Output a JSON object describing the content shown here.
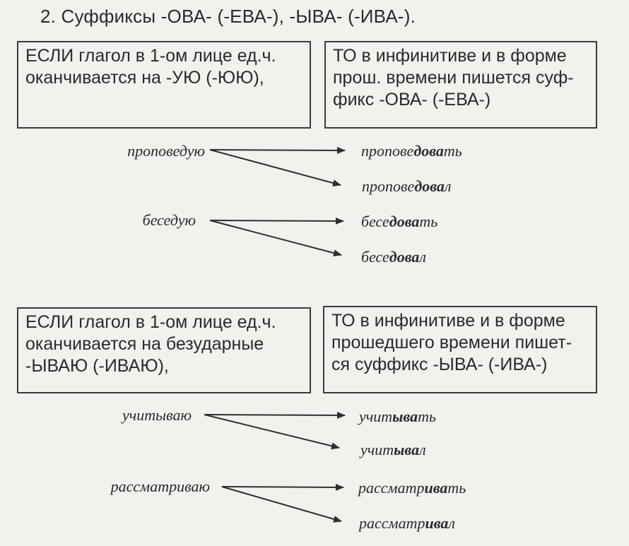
{
  "title": "2. Суффиксы -ОВА- (-ЕВА-), -ЫВА- (-ИВА-).",
  "rule1": {
    "if_text": "ЕСЛИ глагол в 1-ом лице ед.ч.\nоканчивается на -УЮ (-ЮЮ),",
    "then_text": "ТО в инфинитиве и в форме\nпрош. времени пишется суф-\nфикс -ОВА- (-ЕВА-)"
  },
  "rule2": {
    "if_text": "ЕСЛИ глагол в 1-ом лице ед.ч.\nоканчивается на безударные\n-ЫВАЮ (-ИВАЮ),",
    "then_text": "ТО в инфинитиве и в форме\nпрошедшего времени пишет-\nся суффикс -ЫВА- (-ИВА-)"
  },
  "examples": [
    {
      "source": "проповедую",
      "infinitive": {
        "stem": "пропове",
        "suffix": "дова",
        "ending": "ть"
      },
      "past": {
        "stem": "пропове",
        "suffix": "дова",
        "ending": "л"
      }
    },
    {
      "source": "беседую",
      "infinitive": {
        "stem": "бесе",
        "suffix": "дова",
        "ending": "ть"
      },
      "past": {
        "stem": "бесе",
        "suffix": "дова",
        "ending": "л"
      }
    },
    {
      "source": "учитываю",
      "infinitive": {
        "stem": "учит",
        "suffix": "ыва",
        "ending": "ть"
      },
      "past": {
        "stem": "учит",
        "suffix": "ыва",
        "ending": "л"
      }
    },
    {
      "source": "рассматриваю",
      "infinitive": {
        "stem": "рассматр",
        "suffix": "ива",
        "ending": "ть"
      },
      "past": {
        "stem": "рассматр",
        "suffix": "ива",
        "ending": "л"
      }
    }
  ]
}
